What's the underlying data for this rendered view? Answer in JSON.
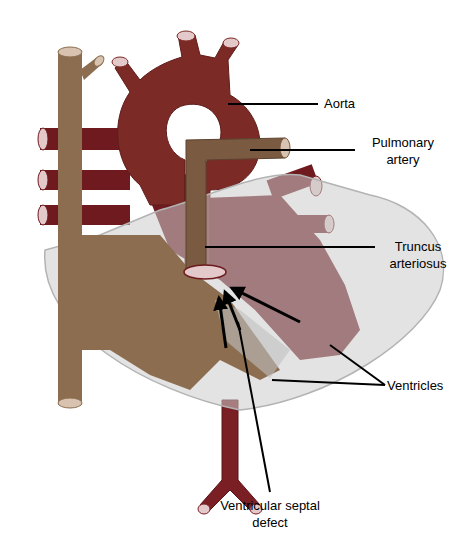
{
  "diagram": {
    "labels": [
      "Aorta",
      "Pulmonary artery",
      "Truncus arteriosus",
      "Ventricles",
      "Ventricular septal defect"
    ]
  }
}
